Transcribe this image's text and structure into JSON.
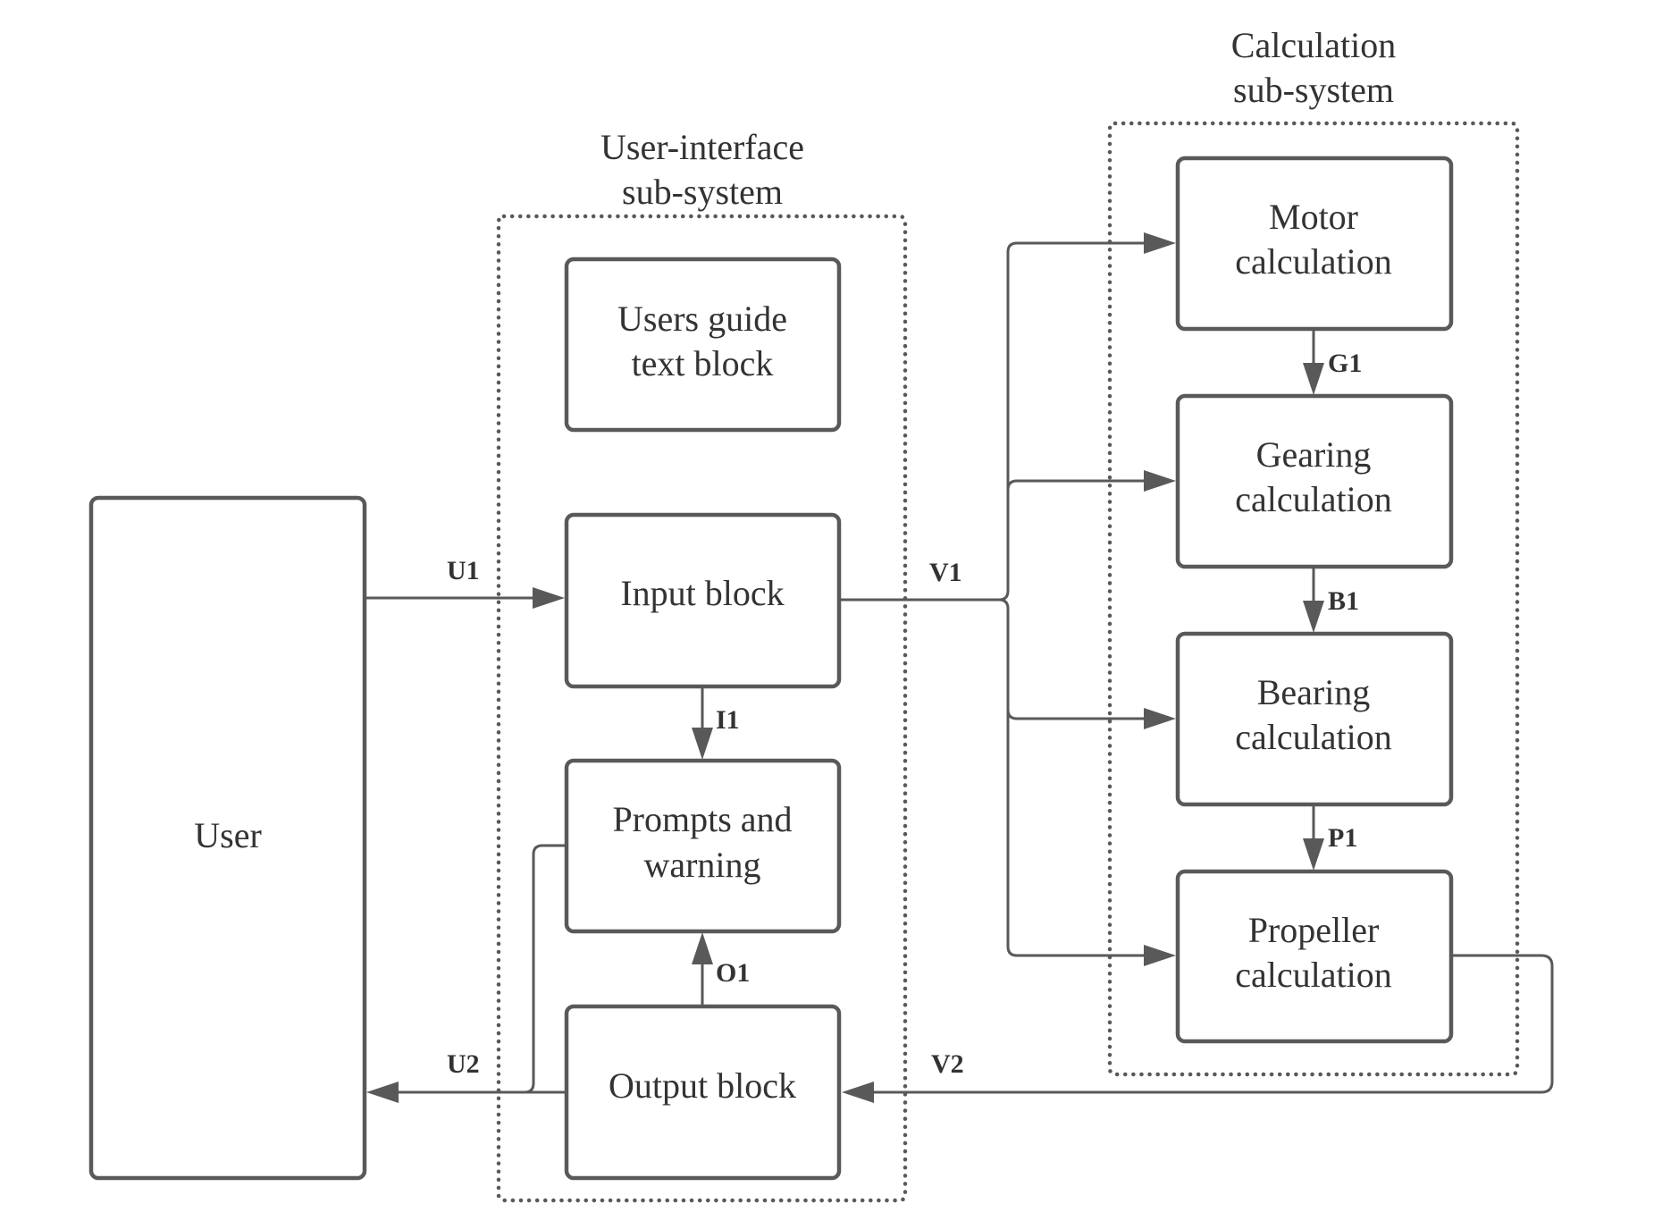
{
  "colors": {
    "stroke": "#595959",
    "text": "#333333",
    "background": "#ffffff"
  },
  "groups": {
    "ui": {
      "line1": "User-interface",
      "line2": "sub-system"
    },
    "calc": {
      "line1": "Calculation",
      "line2": "sub-system"
    }
  },
  "nodes": {
    "user": {
      "line1": "User"
    },
    "users_guide": {
      "line1": "Users guide",
      "line2": "text block"
    },
    "input": {
      "line1": "Input block"
    },
    "prompts": {
      "line1": "Prompts and",
      "line2": "warning"
    },
    "output": {
      "line1": "Output block"
    },
    "motor": {
      "line1": "Motor",
      "line2": "calculation"
    },
    "gearing": {
      "line1": "Gearing",
      "line2": "calculation"
    },
    "bearing": {
      "line1": "Bearing",
      "line2": "calculation"
    },
    "propeller": {
      "line1": "Propeller",
      "line2": "calculation"
    }
  },
  "edges": {
    "u1": "U1",
    "u2": "U2",
    "i1": "I1",
    "o1": "O1",
    "v1": "V1",
    "v2": "V2",
    "g1": "G1",
    "b1": "B1",
    "p1": "P1"
  }
}
